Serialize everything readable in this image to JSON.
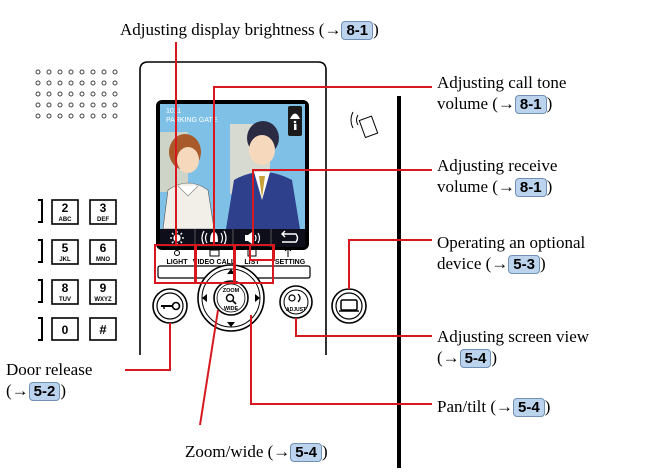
{
  "screen": {
    "station_number": "1011",
    "station_name": "PARKING GATE"
  },
  "soft_buttons": [
    {
      "icon": "brightness-icon",
      "label": "LIGHT"
    },
    {
      "icon": "video-call-icon",
      "label": "VIDEO CALL"
    },
    {
      "icon": "list-icon",
      "label": "LIST"
    },
    {
      "icon": "antenna-icon",
      "label": "SETTING"
    }
  ],
  "keypad": {
    "keys": [
      {
        "digit": "2",
        "letters": "ABC"
      },
      {
        "digit": "3",
        "letters": "DEF"
      },
      {
        "digit": "5",
        "letters": "JKL"
      },
      {
        "digit": "6",
        "letters": "MNO"
      },
      {
        "digit": "8",
        "letters": "TUV"
      },
      {
        "digit": "9",
        "letters": "WXYZ"
      },
      {
        "digit": "0",
        "letters": ""
      },
      {
        "digit": "#",
        "letters": ""
      }
    ]
  },
  "zoom_key": {
    "top": "ZOOM",
    "bottom": "WIDE"
  },
  "adjust_key": {
    "label": "ADJUST"
  },
  "callouts": {
    "display_brightness": {
      "text": "Adjusting display brightness (→",
      "ref": "8-1",
      "close": ")"
    },
    "call_tone_1": "Adjusting call tone",
    "call_tone_2": {
      "text": "volume (→",
      "ref": "8-1",
      "close": ")"
    },
    "receive_1": "Adjusting receive",
    "receive_2": {
      "text": "volume (→",
      "ref": "8-1",
      "close": ")"
    },
    "optional_1": "Operating an optional",
    "optional_2": {
      "text": "device (→",
      "ref": "5-3",
      "close": ")"
    },
    "screen_view_1": "Adjusting screen view",
    "screen_view_2": {
      "text": "(→",
      "ref": "5-4",
      "close": ")"
    },
    "door_release_1": "Door release",
    "door_release_2": {
      "text": "(→",
      "ref": "5-2",
      "close": ")"
    },
    "pan_tilt": {
      "text": "Pan/tilt (→",
      "ref": "5-4",
      "close": ")"
    },
    "zoom_wide": {
      "text": "Zoom/wide (→",
      "ref": "5-4",
      "close": ")"
    }
  },
  "colors": {
    "callout_line": "#d7191f",
    "reference_badge": "#bcd3ee",
    "screen_sky": "#7fc1e6"
  }
}
